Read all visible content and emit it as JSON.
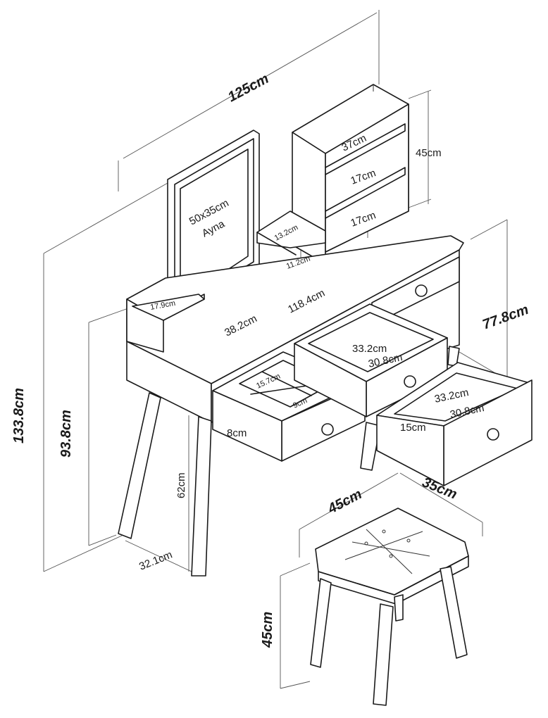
{
  "dimensions": {
    "total_width": "125cm",
    "total_height": "133.8cm",
    "desk_height": "93.8cm",
    "leg_height": "62cm",
    "leg_spacing": "32.1cm",
    "table_inner_width": "118.4cm",
    "side_depth": "77.8cm",
    "mirror_gap": "38.2cm",
    "side_shelf_width": "17.9cm",
    "mirror_size": "50x35cm",
    "mirror_label": "Ayna",
    "shelf_width": "37cm",
    "shelf_gap_upper": "17cm",
    "shelf_gap_lower": "17cm",
    "shelf_unit_height": "45cm",
    "small_shelf_depth": "13.2cm",
    "small_shelf_height": "11.2cm",
    "drawer_compartment_a": "15.7cm",
    "drawer_compartment_b": "9cm",
    "drawer_height_left": "8cm",
    "center_drawer_outer": "33.2cm",
    "center_drawer_inner": "30.8cm",
    "right_drawer_outer": "33.2cm",
    "right_drawer_inner": "30.8cm",
    "right_drawer_height": "15cm",
    "stool_width": "45cm",
    "stool_depth": "35cm",
    "stool_height": "45cm"
  }
}
